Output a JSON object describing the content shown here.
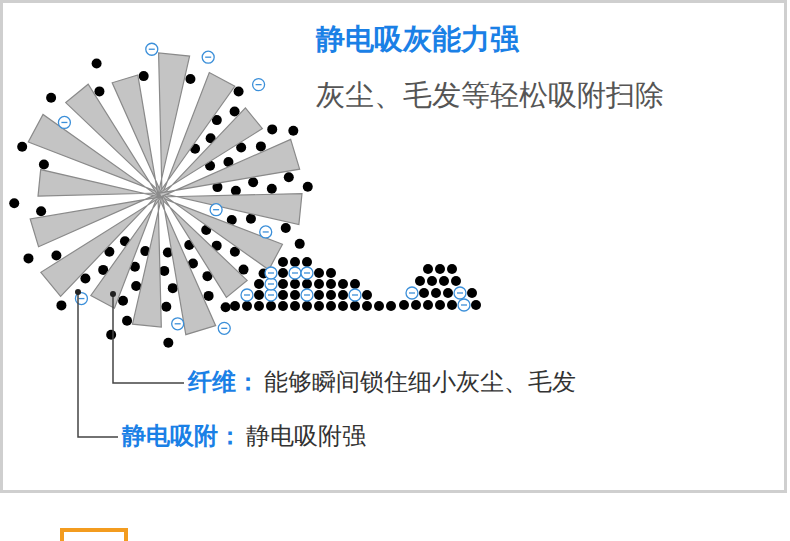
{
  "diagram": {
    "title": "静电吸灰能力强",
    "labels": [
      "灰尘、毛发等轻松吸附扫除",
      "纤维：",
      "能够瞬间锁住细小灰尘、毛发",
      "静电吸附：",
      "静电吸附强"
    ]
  }
}
